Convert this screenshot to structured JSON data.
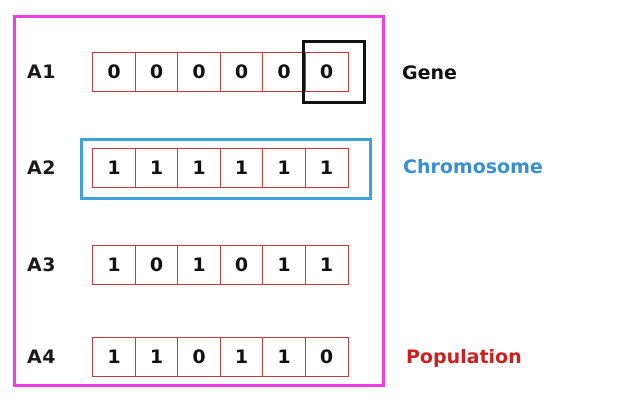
{
  "rows": [
    {
      "label": "A1",
      "genes": [
        "0",
        "0",
        "0",
        "0",
        "0",
        "0"
      ]
    },
    {
      "label": "A2",
      "genes": [
        "1",
        "1",
        "1",
        "1",
        "1",
        "1"
      ]
    },
    {
      "label": "A3",
      "genes": [
        "1",
        "0",
        "1",
        "0",
        "1",
        "1"
      ]
    },
    {
      "label": "A4",
      "genes": [
        "1",
        "1",
        "0",
        "1",
        "1",
        "0"
      ]
    }
  ],
  "labels": {
    "gene": "Gene",
    "chromosome": "Chromosome",
    "population": "Population"
  },
  "colors": {
    "population_border": "#ee3ee6",
    "chromosome_highlight": "#3fa3d8",
    "gene_highlight": "#111111",
    "cell_border": "#c63a3a",
    "gene_label": "#111111",
    "chromosome_label": "#3a8fd0",
    "population_label": "#cc1f1f"
  }
}
